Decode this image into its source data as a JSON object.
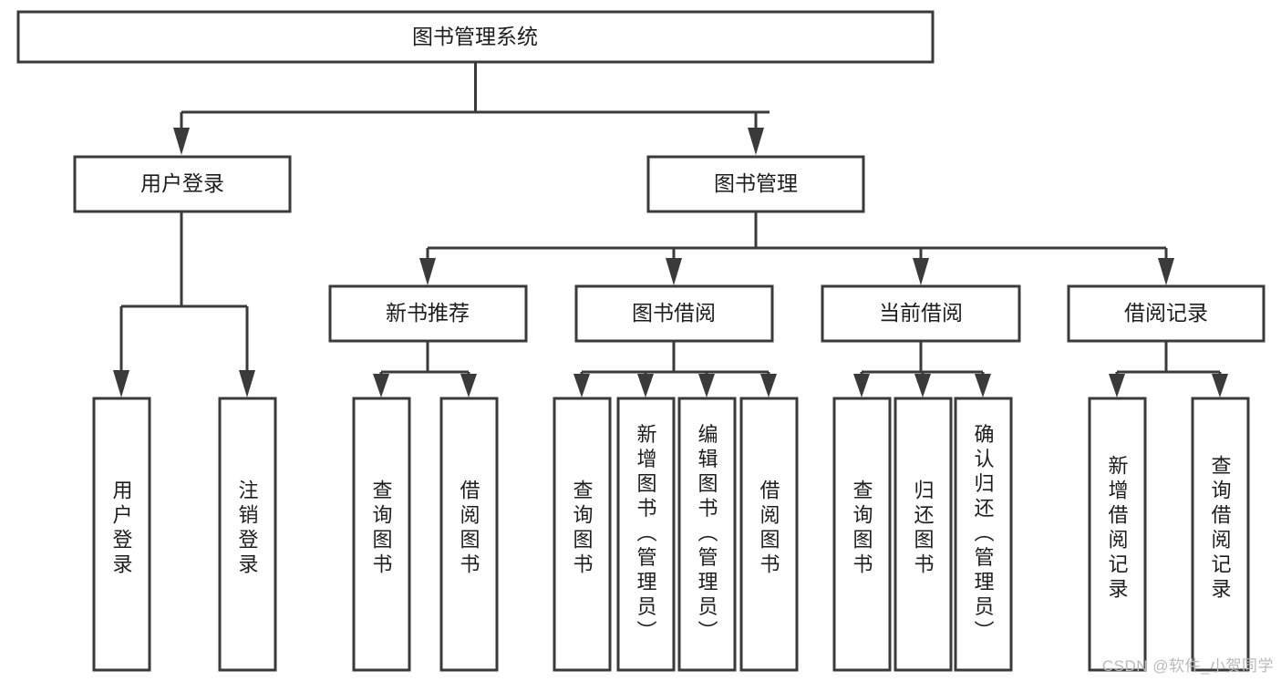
{
  "diagram": {
    "title": "图书管理系统",
    "type": "tree-hierarchy-diagram",
    "colors": {
      "box_stroke": "#3a3a3a",
      "box_fill": "#ffffff",
      "text": "#1d1d1d",
      "connector": "#3a3a3a",
      "watermark": "#b9b9b9",
      "background": "#ffffff"
    },
    "root": {
      "label": "图书管理系统"
    },
    "level2": [
      {
        "label": "用户登录"
      },
      {
        "label": "图书管理"
      }
    ],
    "level3": [
      {
        "label": "新书推荐"
      },
      {
        "label": "图书借阅"
      },
      {
        "label": "当前借阅"
      },
      {
        "label": "借阅记录"
      }
    ],
    "leaves": {
      "user_login": [
        {
          "label": "用户登录"
        },
        {
          "label": "注销登录"
        }
      ],
      "new_book_recommend": [
        {
          "label": "查询图书"
        },
        {
          "label": "借阅图书"
        }
      ],
      "book_borrow": [
        {
          "label": "查询图书"
        },
        {
          "label": "新增图书（管理员）"
        },
        {
          "label": "编辑图书（管理员）"
        },
        {
          "label": "借阅图书"
        }
      ],
      "current_borrow": [
        {
          "label": "查询图书"
        },
        {
          "label": "归还图书"
        },
        {
          "label": "确认归还（管理员）"
        }
      ],
      "borrow_record": [
        {
          "label": "新增借阅记录"
        },
        {
          "label": "查询借阅记录"
        }
      ]
    }
  },
  "watermark": {
    "text": "CSDN @软件_小贺同学"
  }
}
